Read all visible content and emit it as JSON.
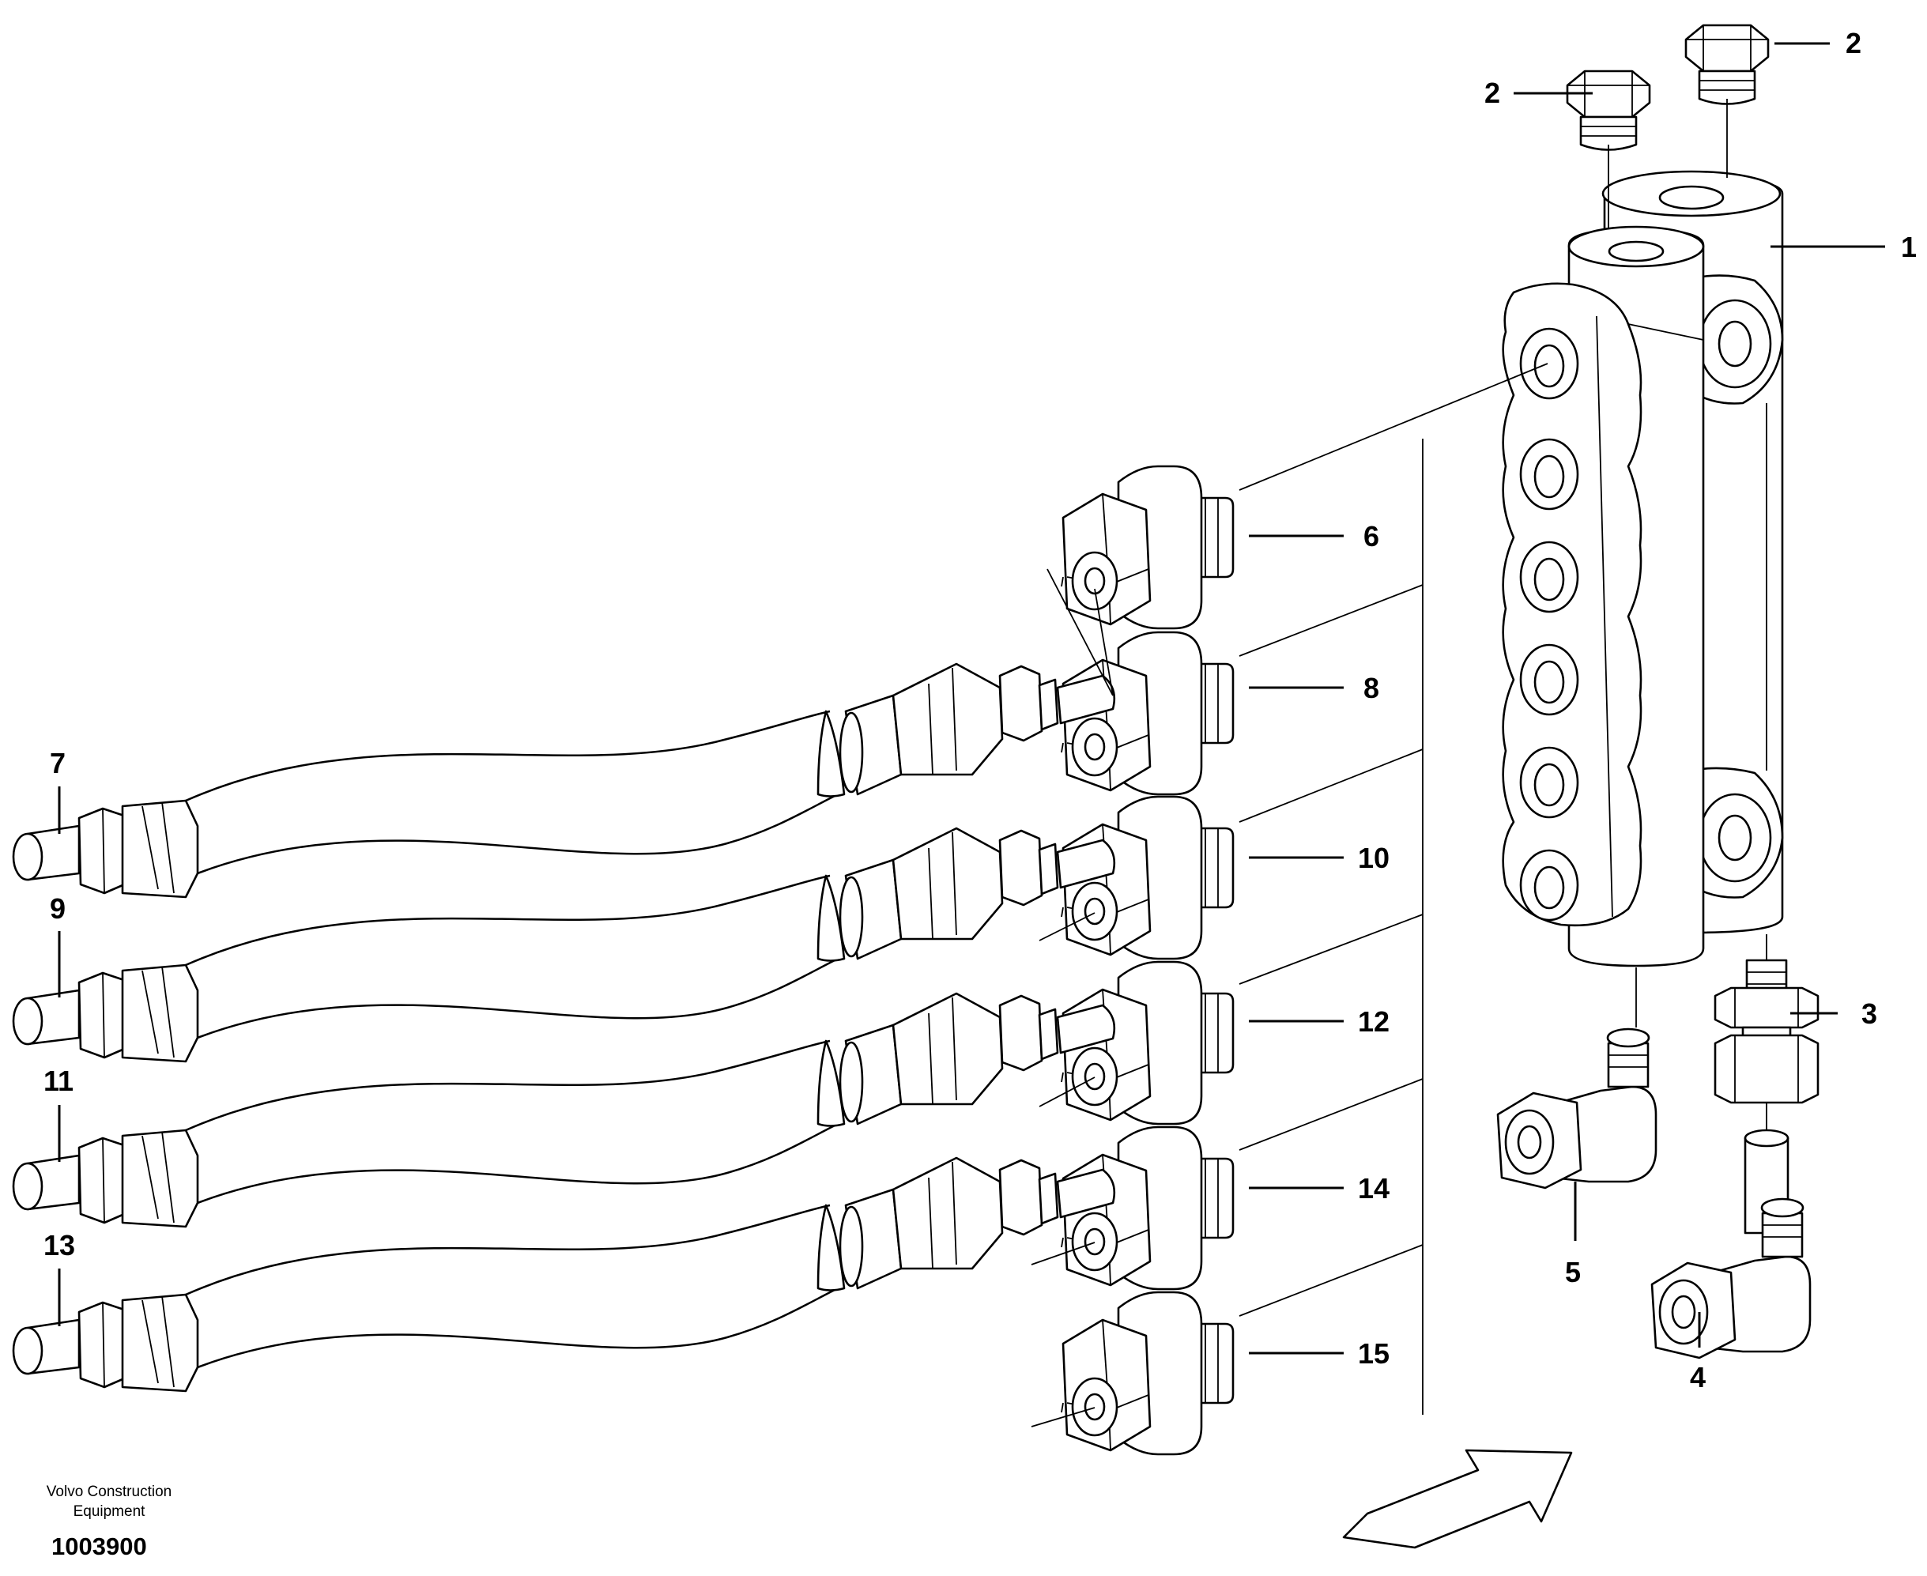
{
  "callouts": {
    "c1": "1",
    "c2a": "2",
    "c2b": "2",
    "c3": "3",
    "c4": "4",
    "c5": "5",
    "c6": "6",
    "c7": "7",
    "c8": "8",
    "c9": "9",
    "c10": "10",
    "c11": "11",
    "c12": "12",
    "c13": "13",
    "c14": "14",
    "c15": "15"
  },
  "footer": {
    "company_line1": "Volvo Construction",
    "company_line2": "Equipment",
    "drawing_number": "1003900"
  }
}
